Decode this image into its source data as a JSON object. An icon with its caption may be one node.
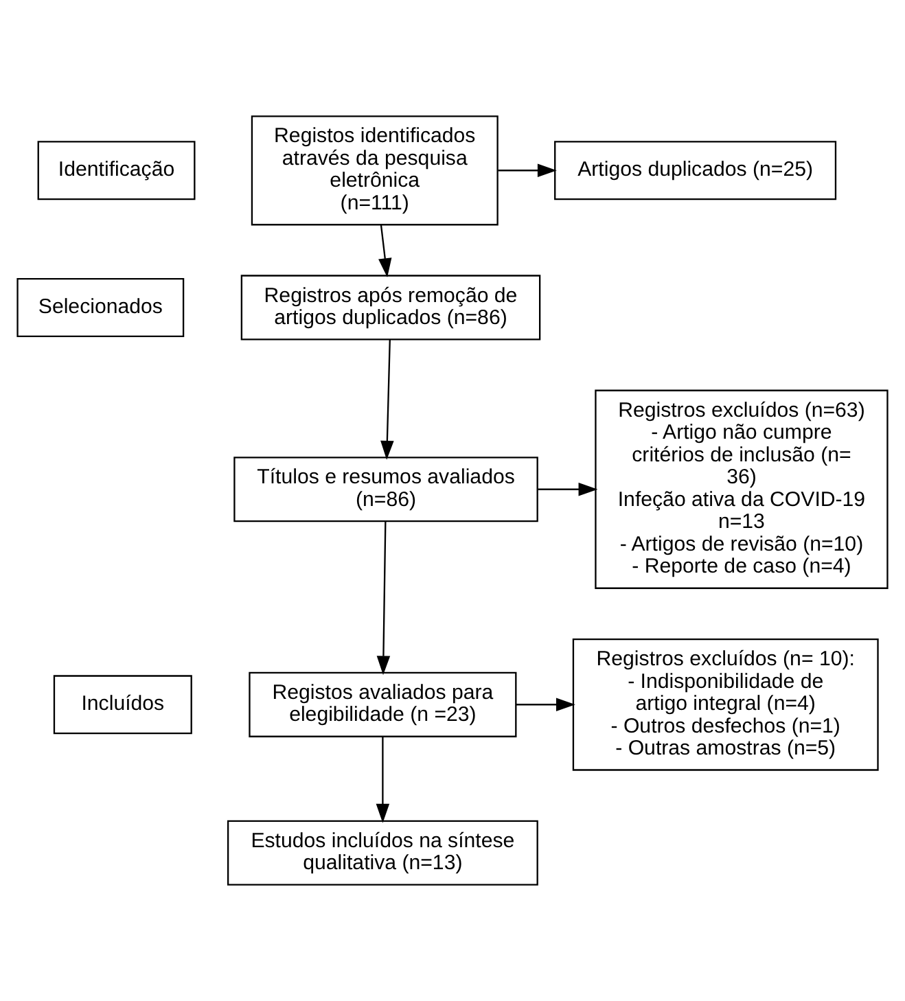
{
  "diagram": {
    "nodes": [
      {
        "text": [
          "Identificação"
        ]
      },
      {
        "text": [
          "Registos identificados através da pesquisa eletrônica",
          "(n=111)"
        ]
      },
      {
        "text": [
          "Artigos duplicados (n=25)"
        ]
      },
      {
        "text": [
          "Selecionados"
        ]
      },
      {
        "text": [
          "Registros após remoção de artigos duplicados (n=86)"
        ]
      },
      {
        "text": [
          "Registros excluídos (n=63)",
          "- Artigo não cumpre critérios de inclusão (n= 36)",
          "Infeção ativa da COVID-19 n=13",
          "- Artigos de revisão (n=10)",
          "- Reporte de caso (n=4)"
        ]
      },
      {
        "text": [
          "Títulos e resumos avaliados (n=86)"
        ]
      },
      {
        "text": [
          "Incluídos"
        ]
      },
      {
        "text": [
          "Registos avaliados para elegibilidade (n =23)"
        ]
      },
      {
        "text": [
          "Registros excluídos (n= 10):",
          "- Indisponibilidade de artigo integral (n=4)",
          "- Outros desfechos (n=1)",
          "- Outras amostras (n=5)"
        ]
      },
      {
        "text": [
          "Estudos incluídos na síntese qualitativa (n=13)"
        ]
      }
    ],
    "edges": [
      {
        "from": 1,
        "to": 2,
        "arrow": "to"
      },
      {
        "from": 1,
        "to": 4,
        "arrow": "to"
      },
      {
        "from": 4,
        "to": 6,
        "arrow": "to"
      },
      {
        "from": 6,
        "to": 5,
        "arrow": "to"
      },
      {
        "from": 6,
        "to": 8,
        "arrow": "to"
      },
      {
        "from": 8,
        "to": 9,
        "arrow": "to"
      },
      {
        "from": 8,
        "to": 10,
        "arrow": "to"
      }
    ]
  }
}
